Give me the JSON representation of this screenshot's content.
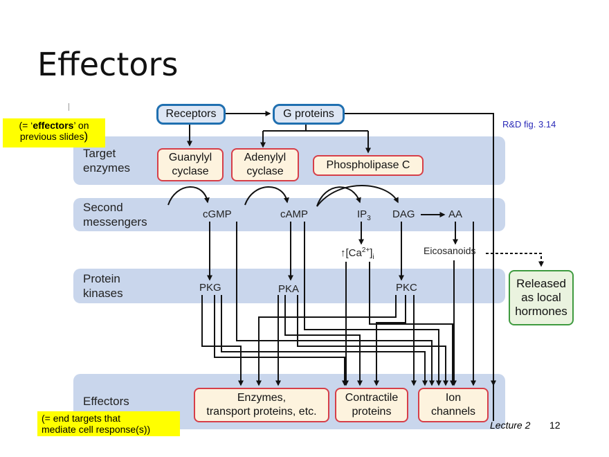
{
  "slide": {
    "title": "Effectors",
    "note_effectors": {
      "prefix": "(= ‘",
      "bold": "effectors",
      "suffix": "’ on",
      "line2": "previous slides",
      "close": ")"
    },
    "note_targets": {
      "line1": "(= end targets that",
      "line2": "mediate cell response(s))"
    },
    "reference": "R&D fig. 3.14",
    "footer_lecture": "Lecture 2",
    "footer_page": "12"
  },
  "diagram": {
    "bands": {
      "target_enzymes": {
        "line1": "Target",
        "line2": "enzymes"
      },
      "second_messengers": {
        "line1": "Second",
        "line2": "messengers"
      },
      "protein_kinases": {
        "line1": "Protein",
        "line2": "kinases"
      },
      "effectors": {
        "line1": "Effectors"
      }
    },
    "nodes": {
      "receptors": "Receptors",
      "g_proteins": "G proteins",
      "guanylyl_cyclase": {
        "line1": "Guanylyl",
        "line2": "cyclase"
      },
      "adenylyl_cyclase": {
        "line1": "Adenylyl",
        "line2": "cyclase"
      },
      "phospholipase_c": "Phospholipase C",
      "cgmp": "cGMP",
      "camp": "cAMP",
      "ip3": {
        "base": "IP",
        "sub": "3"
      },
      "dag": "DAG",
      "aa": "AA",
      "ca": {
        "arrow": "↑",
        "open": "[Ca",
        "sup": "2+",
        "close": "]",
        "sub": "i"
      },
      "eicosanoids": "Eicosanoids",
      "released_hormones": {
        "line1": "Released",
        "line2": "as local",
        "line3": "hormones"
      },
      "pkg": "PKG",
      "pka": "PKA",
      "pkc": "PKC",
      "enzymes_transport": {
        "line1": "Enzymes,",
        "line2": "transport proteins, etc."
      },
      "contractile_proteins": {
        "line1": "Contractile",
        "line2": "proteins"
      },
      "ion_channels": {
        "line1": "Ion",
        "line2": "channels"
      }
    },
    "colors": {
      "band": "#c9d6ec",
      "blue_border": "#1f6fb0",
      "red_border": "#d63e48",
      "green_border": "#3e9a3f",
      "note_highlight": "#ffff00",
      "reference_text": "#2a2ab8"
    }
  }
}
